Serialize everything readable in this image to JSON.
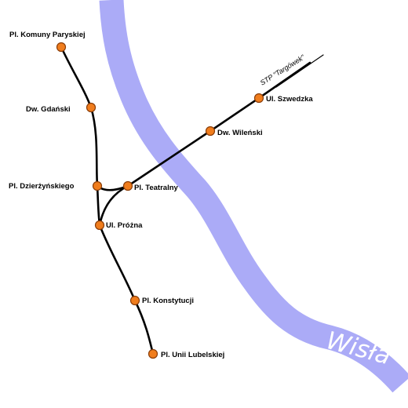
{
  "river": {
    "name": "Wisła",
    "color": "#ababf7"
  },
  "line_color": "#000000",
  "station_color": "#f07d1d",
  "depot": {
    "label": "STP \"Targówek\""
  },
  "stations": [
    {
      "id": "pl-komuny-paryskiej",
      "name": "Pl. Komuny Paryskiej"
    },
    {
      "id": "dw-gdanski",
      "name": "Dw. Gdański"
    },
    {
      "id": "pl-dzierzynskiego",
      "name": "Pl. Dzierżyńskiego"
    },
    {
      "id": "pl-teatralny",
      "name": "Pl. Teatralny"
    },
    {
      "id": "ul-prozna",
      "name": "Ul. Próżna"
    },
    {
      "id": "pl-konstytucji",
      "name": "Pl. Konstytucji"
    },
    {
      "id": "pl-unii-lubelskiej",
      "name": "Pl. Unii Lubelskiej"
    },
    {
      "id": "dw-wilenski",
      "name": "Dw. Wileński"
    },
    {
      "id": "ul-szwedzka",
      "name": "Ul. Szwedzka"
    }
  ]
}
